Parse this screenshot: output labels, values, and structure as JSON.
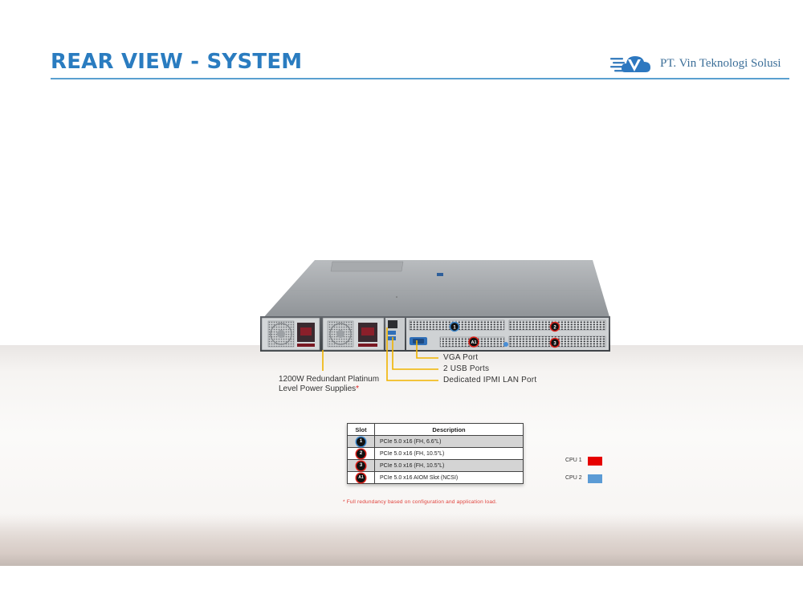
{
  "header": {
    "title": "REAR VIEW - SYSTEM",
    "logo_text": "PT. Vin Teknologi Solusi",
    "logo_letter": "V"
  },
  "server": {
    "slot_markers": [
      "1",
      "2",
      "3",
      "A1"
    ]
  },
  "callouts": {
    "vga": "VGA Port",
    "usb": "2 USB Ports",
    "ipmi": "Dedicated IPMI  LAN Port",
    "psu_line1": "1200W Redundant  Platinum",
    "psu_line2": "Level Power Supplies",
    "psu_star": "*"
  },
  "slot_table": {
    "headers": [
      "Slot",
      "Description"
    ],
    "rows": [
      {
        "slot": "1",
        "ring": "blue",
        "description": "PCIe 5.0 x16 (FH, 6.6\"L)"
      },
      {
        "slot": "2",
        "ring": "red",
        "description": "PCIe 5.0 x16 (FH, 10.5\"L)"
      },
      {
        "slot": "3",
        "ring": "red",
        "description": "PCIe 5.0 x16 (FH, 10.5\"L)"
      },
      {
        "slot": "A1",
        "ring": "red",
        "description": "PCIe 5.0 x16 AIOM Slot (NCSI)"
      }
    ]
  },
  "footnote": "*  Full redundancy  based  on configuration  and  application load.",
  "legend": [
    {
      "label": "CPU 1",
      "color": "#e60000"
    },
    {
      "label": "CPU 2",
      "color": "#5b9bd5"
    }
  ],
  "colors": {
    "title": "#2a7cc0",
    "rule": "#5aa0d0",
    "callout_line": "#f0b400",
    "ring_blue": "#3a86cc",
    "ring_red": "#e0221b"
  }
}
